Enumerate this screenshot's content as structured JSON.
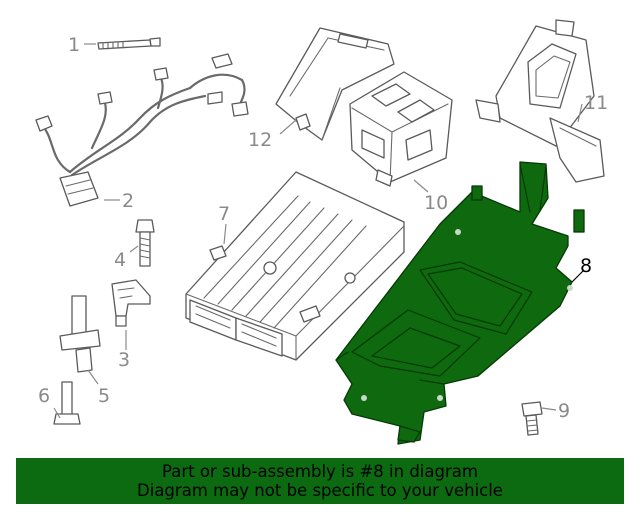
{
  "banner": {
    "line1": "Part or sub-assembly is #8 in diagram",
    "line2": "Diagram may not be specific to your vehicle",
    "color": "#0c6a10"
  },
  "highlight": {
    "callout": "8",
    "color": "#0f6a0f"
  },
  "callouts": [
    {
      "id": "1",
      "label": "1",
      "highlighted": false
    },
    {
      "id": "2",
      "label": "2",
      "highlighted": false
    },
    {
      "id": "3",
      "label": "3",
      "highlighted": false
    },
    {
      "id": "4",
      "label": "4",
      "highlighted": false
    },
    {
      "id": "5",
      "label": "5",
      "highlighted": false
    },
    {
      "id": "6",
      "label": "6",
      "highlighted": false
    },
    {
      "id": "7",
      "label": "7",
      "highlighted": false
    },
    {
      "id": "8",
      "label": "8",
      "highlighted": true
    },
    {
      "id": "9",
      "label": "9",
      "highlighted": false
    },
    {
      "id": "10",
      "label": "10",
      "highlighted": false
    },
    {
      "id": "11",
      "label": "11",
      "highlighted": false
    },
    {
      "id": "12",
      "label": "12",
      "highlighted": false
    }
  ]
}
